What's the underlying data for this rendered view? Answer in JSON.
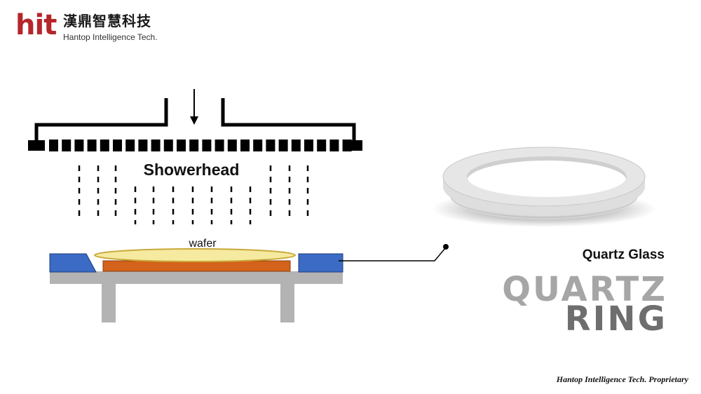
{
  "logo": {
    "mark": "hit",
    "chinese": "漢鼎智慧科技",
    "english": "Hantop Intelligence Tech."
  },
  "diagram": {
    "showerhead_label": "Showerhead",
    "wafer_label": "wafer"
  },
  "product": {
    "material": "Quartz Glass",
    "title_line1": "QUARTZ",
    "title_line2": "RING"
  },
  "footer": {
    "text": "Hantop Intelligence Tech. Proprietary"
  },
  "colors": {
    "brand_red": "#b5262b",
    "blue_ring": "#3b6bc4",
    "wafer_fill": "#f5eaa0",
    "chuck_orange": "#d4621a",
    "gray_base": "#b3b3b3"
  }
}
